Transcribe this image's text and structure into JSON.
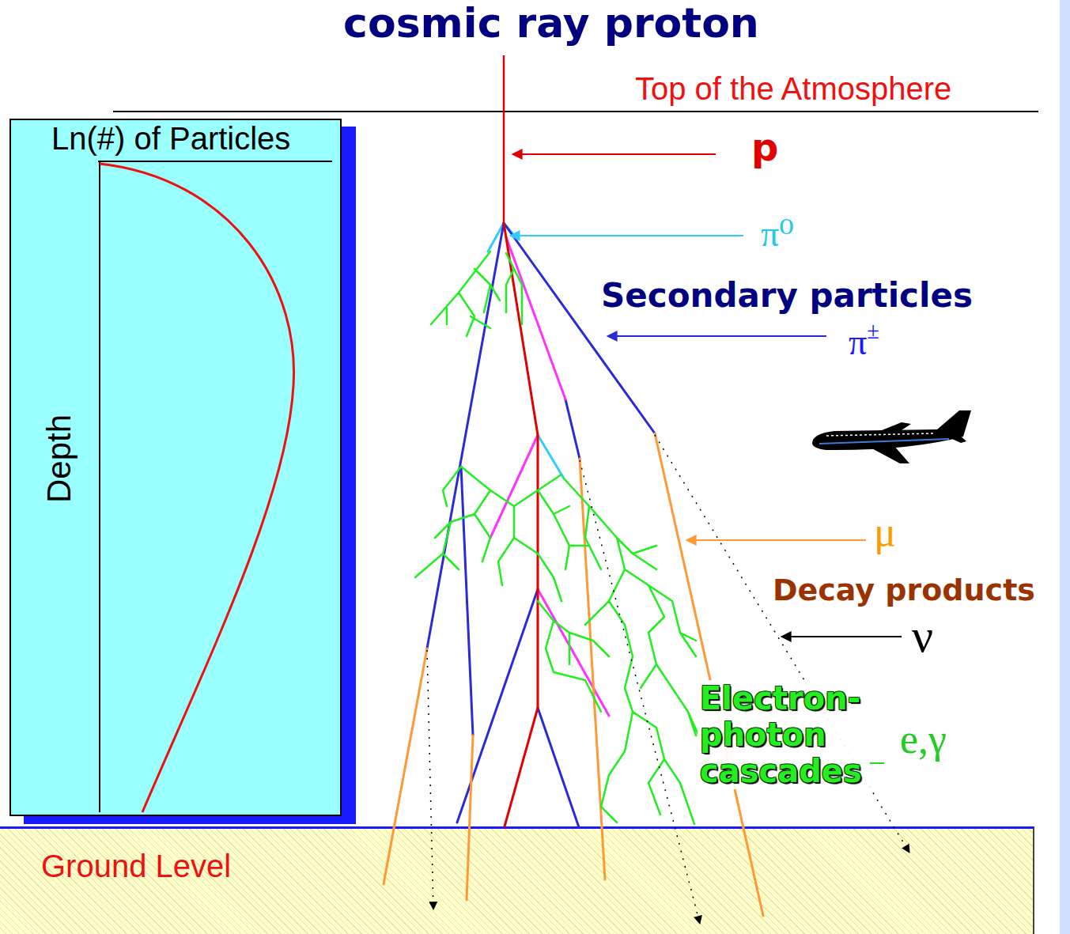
{
  "diagram": {
    "title": "cosmic ray proton",
    "nodes": [
      {
        "text": [
          "Ln(#) of Particles",
          "Depth"
        ]
      },
      {
        "text": [
          "Ground Level"
        ]
      }
    ],
    "labels": [
      "Top of the Atmosphere",
      "p",
      "π⁰",
      "Secondary particles",
      "π±",
      "μ",
      "Decay products",
      "ν",
      "Electron- photon cascades",
      "e,γ"
    ]
  }
}
